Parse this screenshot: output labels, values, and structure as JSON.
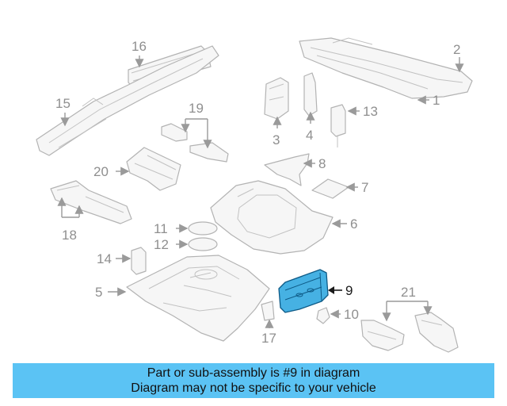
{
  "callouts": {
    "c1": "1",
    "c2": "2",
    "c3": "3",
    "c4": "4",
    "c5": "5",
    "c6": "6",
    "c7": "7",
    "c8": "8",
    "c9": "9",
    "c10": "10",
    "c11": "11",
    "c12": "12",
    "c13": "13",
    "c14": "14",
    "c15": "15",
    "c16": "16",
    "c17": "17",
    "c18": "18",
    "c19": "19",
    "c20": "20",
    "c21": "21"
  },
  "highlighted_part": "9",
  "banner": {
    "line1": "Part or sub-assembly is #9 in diagram",
    "line2": "Diagram may not be specific to your vehicle"
  },
  "colors": {
    "banner": "#5bc3f4",
    "highlight": "#46b1e3",
    "part_outline": "#b3b3b3"
  }
}
